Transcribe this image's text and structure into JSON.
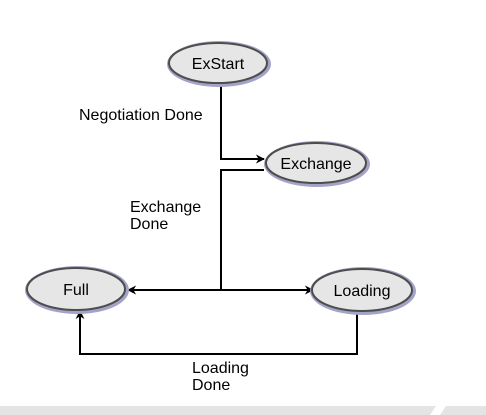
{
  "nodes": {
    "exstart": "ExStart",
    "exchange": "Exchange",
    "full": "Full",
    "loading": "Loading"
  },
  "edges": {
    "negotiation_done": "Negotiation Done",
    "exchange_done": [
      "Exchange",
      "Done"
    ],
    "loading_done": [
      "Loading",
      "Done"
    ]
  },
  "colors": {
    "node_fill": "#e6e6e6",
    "node_outer_ring": "#a3a3c8",
    "node_inner_ring": "#4d4d4d",
    "line": "#000000",
    "footer": "#e4e4e4"
  }
}
